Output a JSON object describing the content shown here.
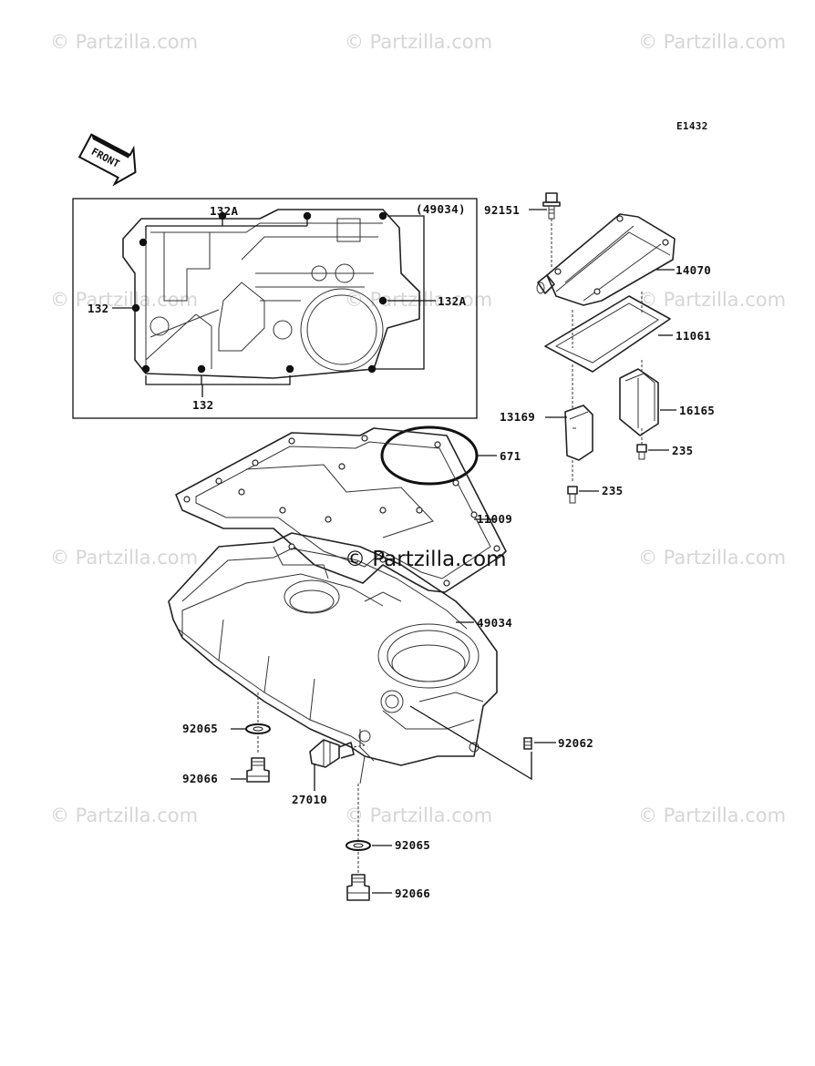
{
  "watermark": {
    "text": "© Partzilla.com",
    "center_text": "© Partzilla.com",
    "color": "#d6d6d6"
  },
  "diagram_code": "E1432",
  "front_arrow_label": "FRONT",
  "inset": {
    "title": "(49034)",
    "labels": {
      "top_132A": "132A",
      "right_132A": "132A",
      "left_132": "132",
      "bottom_132": "132"
    }
  },
  "parts": [
    {
      "id": "p92151",
      "number": "92151"
    },
    {
      "id": "p14070",
      "number": "14070"
    },
    {
      "id": "p11061",
      "number": "11061"
    },
    {
      "id": "p13169",
      "number": "13169"
    },
    {
      "id": "p16165",
      "number": "16165"
    },
    {
      "id": "p235a",
      "number": "235"
    },
    {
      "id": "p235b",
      "number": "235"
    },
    {
      "id": "p671",
      "number": "671"
    },
    {
      "id": "p11009",
      "number": "11009"
    },
    {
      "id": "p49034",
      "number": "49034"
    },
    {
      "id": "p92062",
      "number": "92062"
    },
    {
      "id": "p92065a",
      "number": "92065"
    },
    {
      "id": "p92066a",
      "number": "92066"
    },
    {
      "id": "p27010",
      "number": "27010"
    },
    {
      "id": "p92065b",
      "number": "92065"
    },
    {
      "id": "p92066b",
      "number": "92066"
    }
  ]
}
